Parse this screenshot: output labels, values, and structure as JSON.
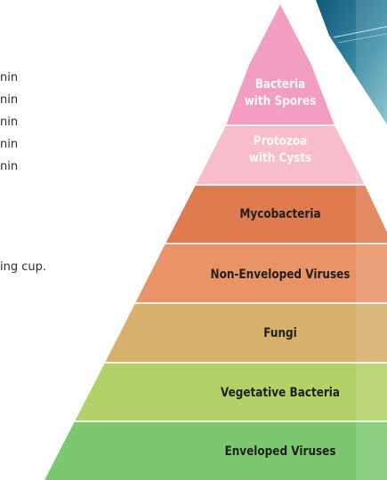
{
  "left_fragments": {
    "min_1": "nin",
    "min_2": "nin",
    "min_3": "nin",
    "min_4": "nin",
    "min_5": "nin",
    "cup": "ing cup."
  },
  "pyramid": {
    "tiers": [
      {
        "label_line1": "Bacteria",
        "label_line2": "with Spores",
        "color": "#f29ec1"
      },
      {
        "label_line1": "Protozoa",
        "label_line2": "with Cysts",
        "color": "#f7bdcb"
      },
      {
        "label": "Mycobacteria",
        "color": "#e07b50"
      },
      {
        "label": "Non-Enveloped Viruses",
        "color": "#e99367"
      },
      {
        "label": "Fungi",
        "color": "#d7b06c"
      },
      {
        "label": "Vegetative Bacteria",
        "color": "#b2d267"
      },
      {
        "label": "Enveloped Viruses",
        "color": "#7dc86f"
      }
    ]
  },
  "colors": {
    "corner_blue": "#1b6b8f",
    "corner_teal": "#5fa9b8"
  }
}
